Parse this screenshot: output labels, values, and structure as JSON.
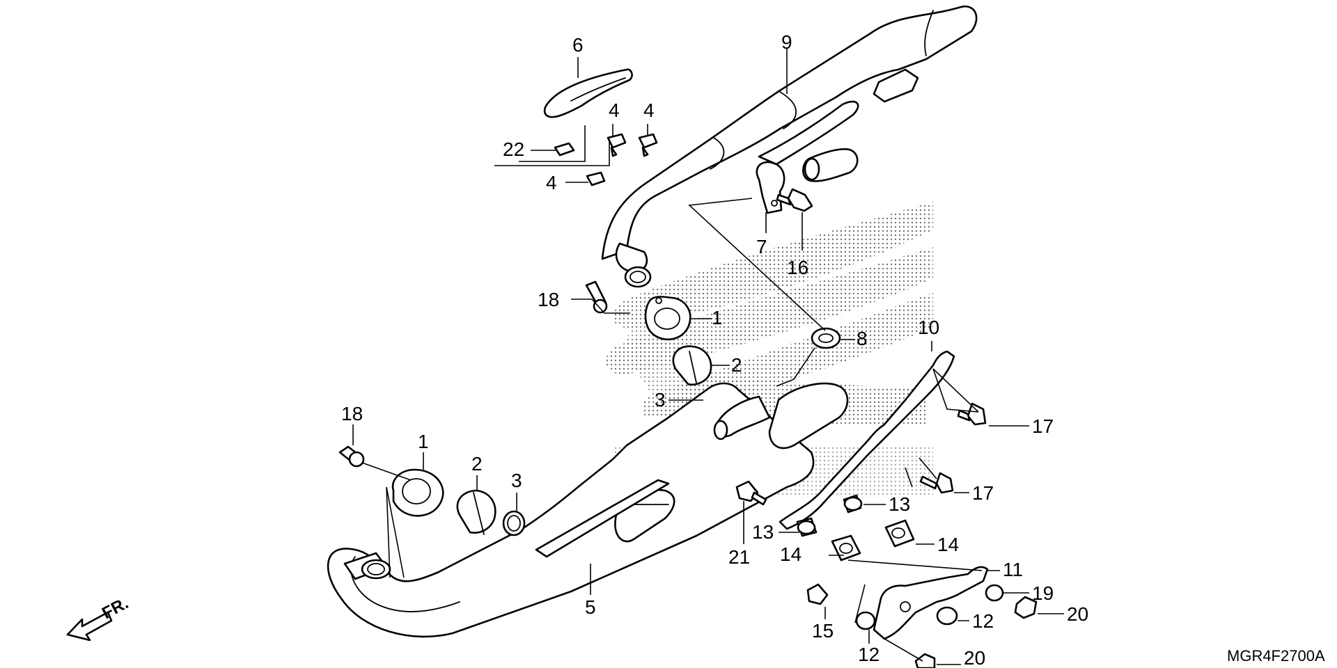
{
  "diagram": {
    "drawing_code": "MGR4F2700A",
    "front_marker": "FR.",
    "callouts": [
      {
        "id": "c6",
        "text": "6"
      },
      {
        "id": "c9",
        "text": "9"
      },
      {
        "id": "c4a",
        "text": "4"
      },
      {
        "id": "c4b",
        "text": "4"
      },
      {
        "id": "c22",
        "text": "22"
      },
      {
        "id": "c4c",
        "text": "4"
      },
      {
        "id": "c7",
        "text": "7"
      },
      {
        "id": "c16",
        "text": "16"
      },
      {
        "id": "c18a",
        "text": "18"
      },
      {
        "id": "c1a",
        "text": "1"
      },
      {
        "id": "c8",
        "text": "8"
      },
      {
        "id": "c2a",
        "text": "2"
      },
      {
        "id": "c3a",
        "text": "3"
      },
      {
        "id": "c10",
        "text": "10"
      },
      {
        "id": "c17a",
        "text": "17"
      },
      {
        "id": "c18b",
        "text": "18"
      },
      {
        "id": "c1b",
        "text": "1"
      },
      {
        "id": "c2b",
        "text": "2"
      },
      {
        "id": "c3b",
        "text": "3"
      },
      {
        "id": "c17b",
        "text": "17"
      },
      {
        "id": "c13a",
        "text": "13"
      },
      {
        "id": "c13b",
        "text": "13"
      },
      {
        "id": "c14a",
        "text": "14"
      },
      {
        "id": "c21",
        "text": "21"
      },
      {
        "id": "c14b",
        "text": "14"
      },
      {
        "id": "c11",
        "text": "11"
      },
      {
        "id": "c5",
        "text": "5"
      },
      {
        "id": "c19",
        "text": "19"
      },
      {
        "id": "c20a",
        "text": "20"
      },
      {
        "id": "c12a",
        "text": "12"
      },
      {
        "id": "c15",
        "text": "15"
      },
      {
        "id": "c12b",
        "text": "12"
      },
      {
        "id": "c20b",
        "text": "20"
      }
    ]
  }
}
